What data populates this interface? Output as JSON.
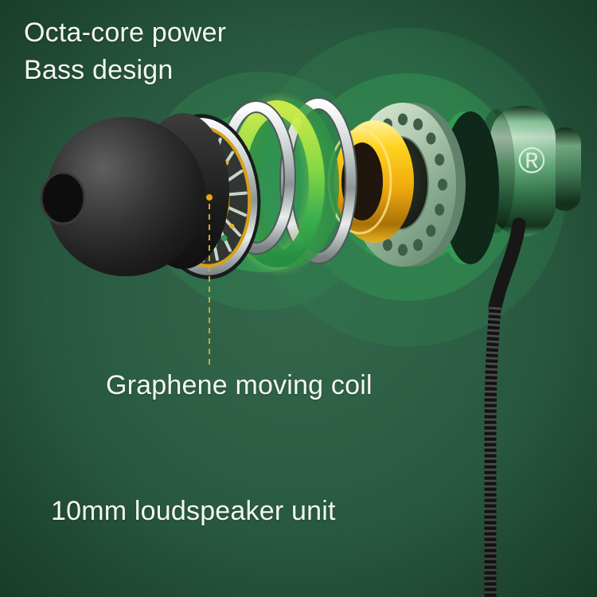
{
  "header": {
    "line1": "Octa-core power",
    "line2": "Bass design"
  },
  "callouts": {
    "coil": "Graphene moving coil",
    "speaker": "10mm loudspeaker unit"
  },
  "housing_mark": "®",
  "scene": {
    "parts": [
      "ear-tip",
      "driver-unit",
      "front-silver-ring",
      "graphene-diaphragm-ring",
      "rear-silver-ring",
      "gold-voice-coil-ring",
      "perforated-back-plate",
      "green-earbud-housing",
      "braided-cable"
    ],
    "colors": {
      "background": "#275a40",
      "glow_green": "#2fa854",
      "lime_ring": "#8edd3f",
      "gold_ring": "#f0a90a",
      "housing_green": "#63ad78",
      "text": "#f4f7f3",
      "callout_line": "#c9a82e"
    }
  }
}
